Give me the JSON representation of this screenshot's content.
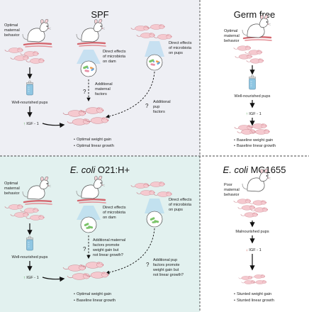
{
  "panels": {
    "spf": {
      "title": "SPF",
      "behavior": [
        "Optimal",
        "maternal",
        "behavior"
      ],
      "direct_dam": [
        "Direct effects",
        "of microbiota",
        "on dam"
      ],
      "direct_pups": [
        "Direct effects",
        "of microbiota",
        "on pups"
      ],
      "maternal_factors": [
        "Additional",
        "maternal",
        "factors"
      ],
      "pup_factors": [
        "Additional",
        "pup",
        "factors"
      ],
      "state": "Well-nourished pups",
      "igf": "IGF - 1",
      "outcomes": [
        "Optimal weight gain",
        "Optimal linear growth"
      ]
    },
    "germ_free": {
      "title": "Germ free",
      "behavior": [
        "Optimal",
        "maternal",
        "behavior"
      ],
      "state": "Well-nourished pups",
      "igf": "IGF - 1",
      "outcomes": [
        "Baseline weight gain",
        "Baseline linear growth"
      ]
    },
    "ecoli_o21": {
      "title_italic": "E. coli",
      "title_rest": " O21:H+",
      "behavior": [
        "Optimal",
        "maternal",
        "behavior"
      ],
      "direct_dam": [
        "Direct effects",
        "of microbiota",
        "on dam"
      ],
      "direct_pups": [
        "Direct effects",
        "of microbiota",
        "on pups"
      ],
      "maternal_factors": [
        "Additional maternal",
        "factors promote",
        "weight gain but",
        "not linear growth?"
      ],
      "pup_factors": [
        "Additional pup",
        "factors promote",
        "weight gain but",
        "not linear growth?"
      ],
      "state": "Well-nourished pups",
      "igf": "IGF - 1",
      "outcomes": [
        "Optimal weight gain",
        "Baseline linear growth"
      ]
    },
    "ecoli_mg1655": {
      "title_italic": "E. coli",
      "title_rest": " MG1655",
      "behavior": [
        "Poor",
        "maternal",
        "behavior"
      ],
      "state": "Malnourished pups",
      "igf": "IGF - 1",
      "outcomes": [
        "Stunted weight gain",
        "Stunted linear growth"
      ]
    }
  },
  "symbols": {
    "up": "↑",
    "down": "↓",
    "question": "?",
    "bullet": "•"
  },
  "colors": {
    "top_background": "#eeeff4",
    "bottom_left_background": "#e2f1ef",
    "divider": "#444444",
    "mouse_fill": "#f5c9cf",
    "mouse_stroke": "#c98890",
    "dam_fill": "#ffffff",
    "nest": "#d4676f",
    "bottle": "#8fc6e2",
    "beam": "#a8d4ef",
    "microbe_green": "#7cc46a",
    "microbe_pink": "#e88fa5",
    "microbe_blue": "#6aa5d9",
    "microbe_orange": "#f0a050",
    "igf_up": "#3a9a3a",
    "igf_down": "#c0392b"
  }
}
